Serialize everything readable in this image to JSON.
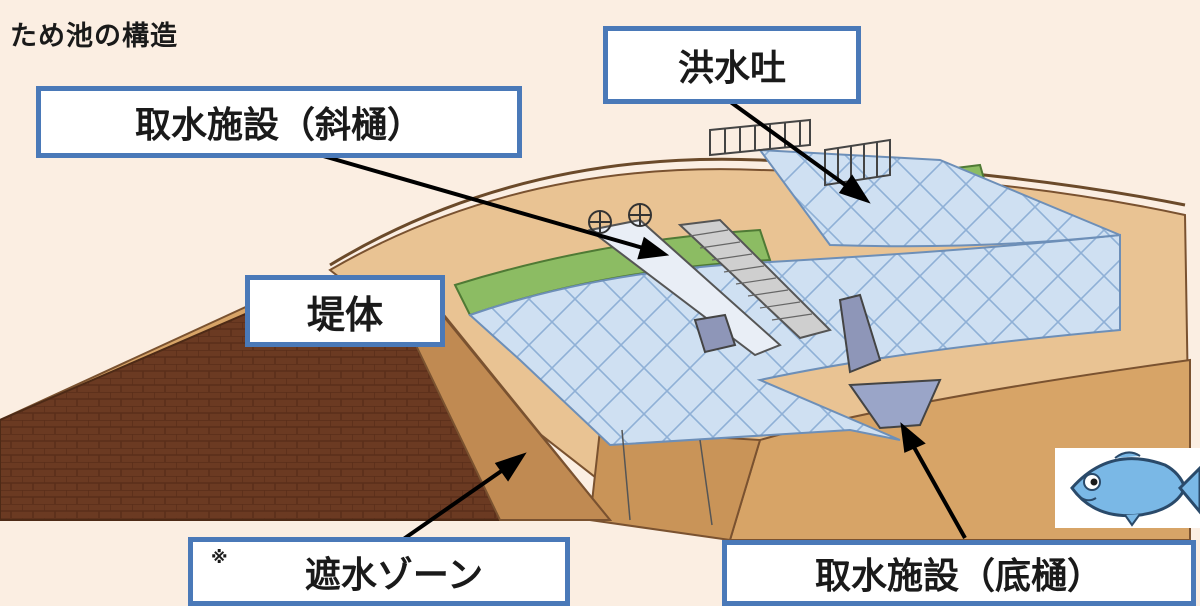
{
  "title": "ため池の構造",
  "labels": {
    "spillway": "洪水吐",
    "intake_slope": "取水施設（斜樋）",
    "embankment": "堤体",
    "core_note": "※",
    "core_zone": "遮水ゾーン",
    "intake_bottom": "取水施設（底樋）"
  },
  "colors": {
    "background": "#fbeee2",
    "label_border": "#4a79b8",
    "embankment_brown": "#6b3a22",
    "soil": "#d2a06a",
    "water": "#c9dcf0",
    "grass": "#7fb05a"
  },
  "icons": [
    "fish-icon"
  ]
}
